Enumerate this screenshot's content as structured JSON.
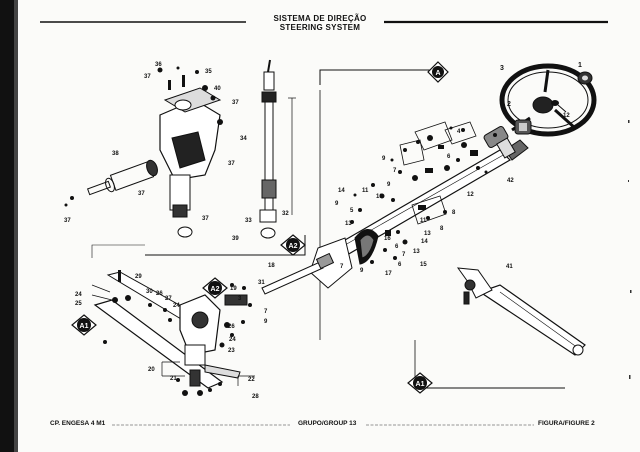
{
  "header": {
    "title_pt": "SISTEMA DE DIREÇÃO",
    "title_en": "STEERING SYSTEM"
  },
  "footer": {
    "left": "CP. ENGESA 4  M1",
    "center": "GRUPO/GROUP 13",
    "right": "FIGURA/FIGURE  2"
  },
  "refs": {
    "a": "A",
    "a1": "A1",
    "a2": "A2"
  },
  "labels": [
    "1",
    "2",
    "3",
    "4",
    "5",
    "6",
    "7",
    "8",
    "9",
    "10",
    "11",
    "12",
    "13",
    "14",
    "15",
    "16",
    "17",
    "18",
    "19",
    "20",
    "21",
    "22",
    "23",
    "24",
    "25",
    "26",
    "27",
    "28",
    "29",
    "30",
    "31",
    "32",
    "33",
    "34",
    "35",
    "36",
    "37",
    "38",
    "39",
    "40",
    "41",
    "42"
  ]
}
